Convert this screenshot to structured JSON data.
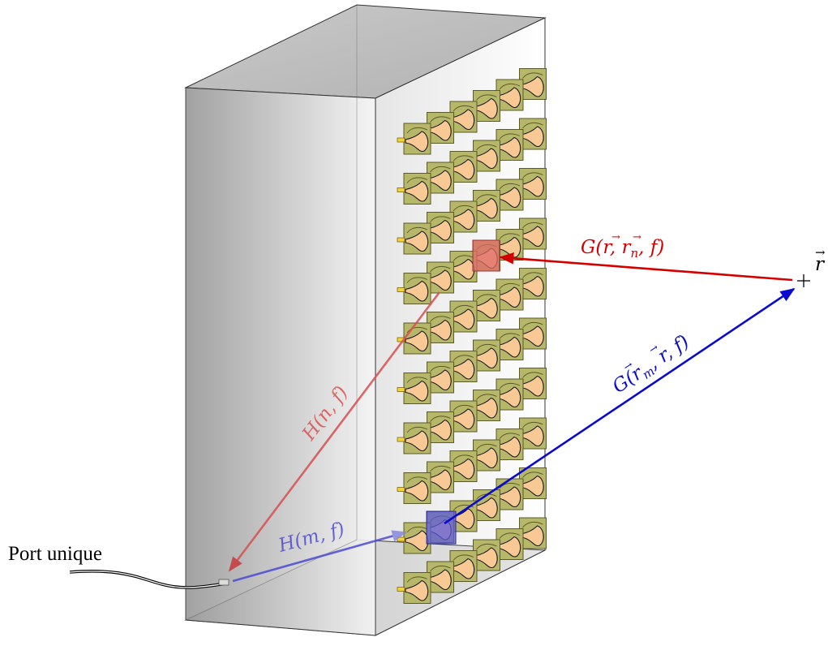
{
  "diagram": {
    "port_label": "Port unique",
    "labels": {
      "g_rn": "G(r⃗, r⃗n, f)",
      "g_rn_parts": {
        "pre": "G(",
        "r": "r",
        "mid": ", ",
        "rn": "r",
        "n": "n",
        "post": ", f)"
      },
      "g_rm_parts": {
        "pre": "G(",
        "rm": "r",
        "m": "m",
        "mid": ", ",
        "r": "r",
        "post": ", f)"
      },
      "h_n": "H(n, f)",
      "h_m": "H(m, f)",
      "target_point": "r⃗",
      "target_marker": "+"
    },
    "colors": {
      "red_path": "#d40000",
      "red_faded": "#e06060",
      "blue_path": "#0a0ad0",
      "blue_faded": "#5555dd",
      "cell_fill": "#b7b76a",
      "cell_border": "#5a5a2a",
      "petal_fill": "#f8c994",
      "feed_fill": "#f4d23a",
      "highlight_red": "#e06a6a",
      "highlight_blue": "#5b5bdc"
    },
    "array": {
      "rows": 10,
      "elements_per_row": 6
    }
  }
}
